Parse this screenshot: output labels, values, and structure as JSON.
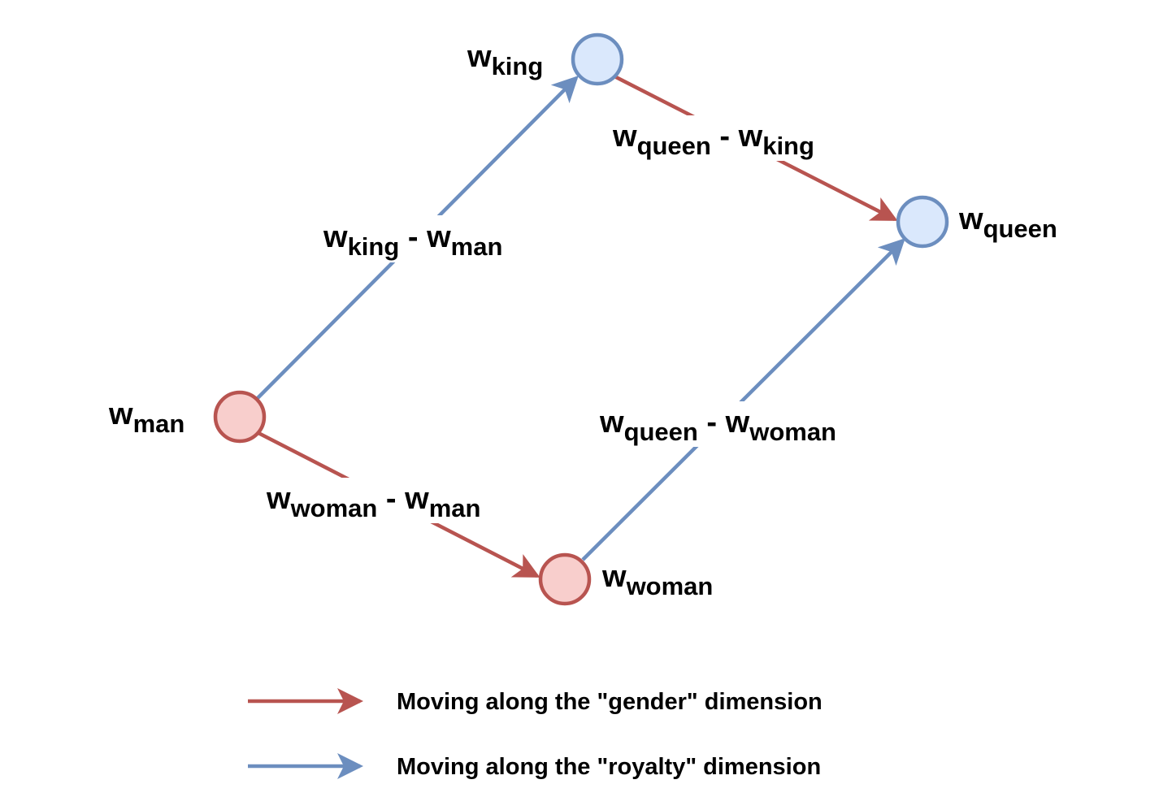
{
  "colors": {
    "gender": "#b85450",
    "royalty": "#6c8ebf",
    "gender_fill": "#f8cecc",
    "royalty_fill": "#dae8fc",
    "label_bg": "#ffffff",
    "text": "#000000"
  },
  "nodes": {
    "man": {
      "w": "w",
      "sub": "man"
    },
    "king": {
      "w": "w",
      "sub": "king"
    },
    "woman": {
      "w": "w",
      "sub": "woman"
    },
    "queen": {
      "w": "w",
      "sub": "queen"
    }
  },
  "edges": {
    "king_minus_man": {
      "a_w": "w",
      "a_sub": "king",
      "op": " - ",
      "b_w": "w",
      "b_sub": "man"
    },
    "queen_minus_king": {
      "a_w": "w",
      "a_sub": "queen",
      "op": " - ",
      "b_w": "w",
      "b_sub": "king"
    },
    "woman_minus_man": {
      "a_w": "w",
      "a_sub": "woman",
      "op": " - ",
      "b_w": "w",
      "b_sub": "man"
    },
    "queen_minus_woman": {
      "a_w": "w",
      "a_sub": "queen",
      "op": " - ",
      "b_w": "w",
      "b_sub": "woman"
    }
  },
  "legend": {
    "gender_label": "Moving along the \"gender\" dimension",
    "royalty_label": "Moving along the \"royalty\" dimension"
  }
}
